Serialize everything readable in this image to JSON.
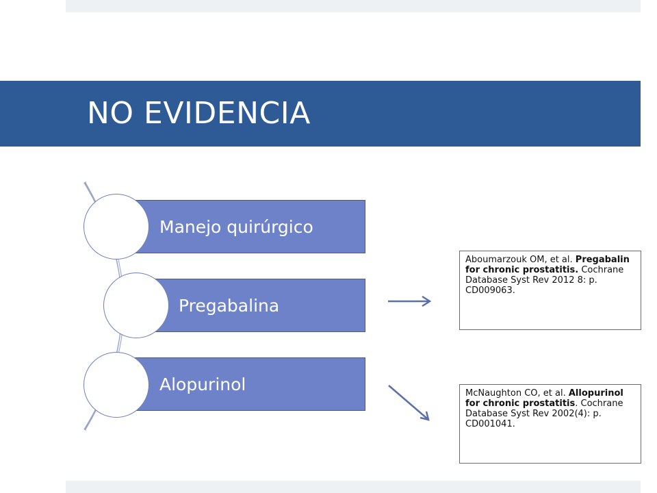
{
  "slide": {
    "title": "NO EVIDENCIA",
    "items": [
      {
        "label": "Manejo quirúrgico"
      },
      {
        "label": "Pregabalina"
      },
      {
        "label": "Alopurinol"
      }
    ],
    "references": [
      {
        "authors": "Aboumarzouk OM, et al.",
        "title": "Pregabalin for chronic prostatitis.",
        "source": "Cochrane Database Syst Rev 2012 8: p. CD009063."
      },
      {
        "authors": "McNaughton CO, et al.",
        "title": "Allopurinol for chronic prostatitis",
        "source": ". Cochrane Database Syst Rev 2002(4): p. CD001041."
      }
    ]
  },
  "colors": {
    "title_bar": "#2e5a96",
    "item_fill": "#6d82c9",
    "arrow": "#5b6fa8"
  }
}
